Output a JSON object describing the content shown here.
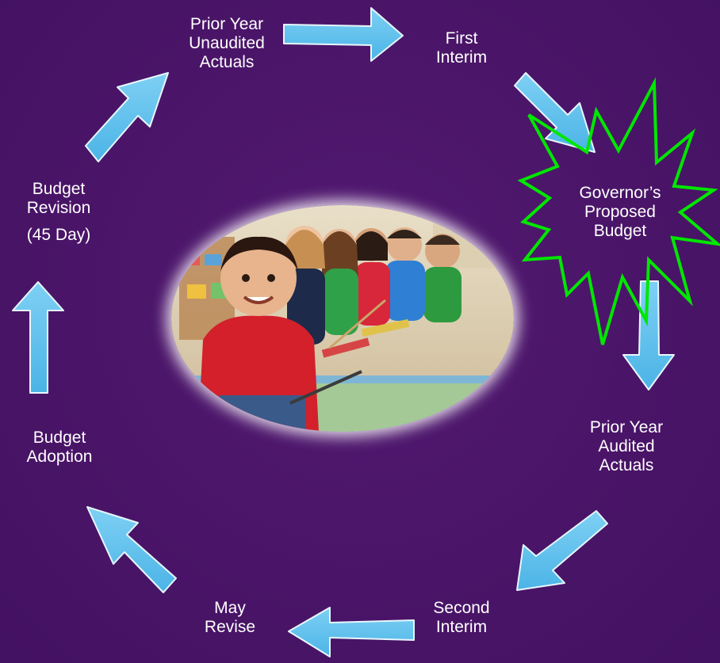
{
  "diagram": {
    "stages": [
      {
        "id": "prior-year-unaudited-actuals",
        "lines": [
          "Prior Year",
          "Unaudited",
          "Actuals"
        ]
      },
      {
        "id": "first-interim",
        "lines": [
          "First",
          "Interim"
        ]
      },
      {
        "id": "governors-proposed-budget",
        "lines": [
          "Governor’s",
          "Proposed",
          "Budget"
        ],
        "highlight": "#00e600"
      },
      {
        "id": "prior-year-audited-actuals",
        "lines": [
          "Prior Year",
          "Audited",
          "Actuals"
        ]
      },
      {
        "id": "second-interim",
        "lines": [
          "Second",
          "Interim"
        ]
      },
      {
        "id": "may-revise",
        "lines": [
          "May",
          "Revise"
        ]
      },
      {
        "id": "budget-adoption",
        "lines": [
          "Budget",
          "Adoption"
        ]
      },
      {
        "id": "budget-revision",
        "lines": [
          "Budget",
          "Revision",
          "(45 Day)"
        ]
      }
    ],
    "colors": {
      "background": "#4a1568",
      "arrow": "#5bc0ee",
      "starburst": "#00e600",
      "text": "#ffffff"
    },
    "center_image": "children-in-classroom-photo"
  }
}
